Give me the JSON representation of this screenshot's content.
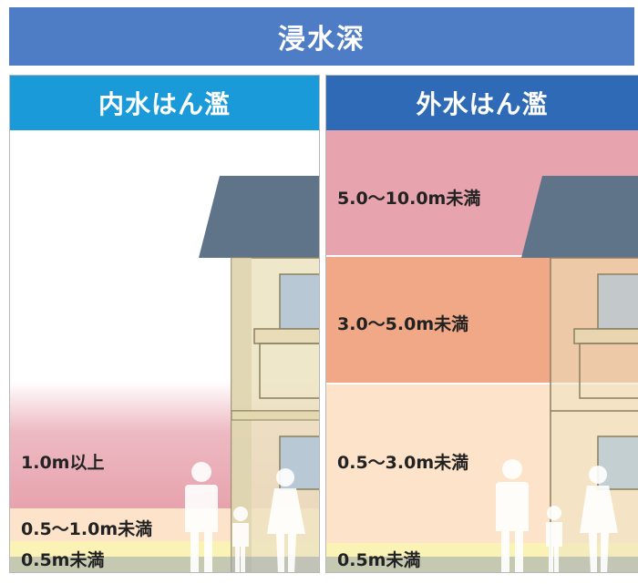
{
  "title": "浸水深",
  "colors": {
    "header": "#4f7dc5",
    "inland_header": "#1a9ad9",
    "river_header": "#2f6ab6",
    "level_pink": "#e7a3ae",
    "level_orange": "#f0a887",
    "level_peach": "#fde3c9",
    "level_yellow": "#fbf3b6"
  },
  "panels": {
    "inland": {
      "title": "内水はん濫",
      "levels": [
        {
          "label": "1.0m以上"
        },
        {
          "label": "0.5〜1.0m未満"
        },
        {
          "label": "0.5m未満"
        }
      ]
    },
    "river": {
      "title": "外水はん濫",
      "levels": [
        {
          "label": "5.0〜10.0m未満"
        },
        {
          "label": "3.0〜5.0m未満"
        },
        {
          "label": "0.5〜3.0m未満"
        },
        {
          "label": "0.5m未満"
        }
      ]
    }
  },
  "icons": [
    "house-icon",
    "adult-icon",
    "child-icon",
    "woman-icon"
  ]
}
